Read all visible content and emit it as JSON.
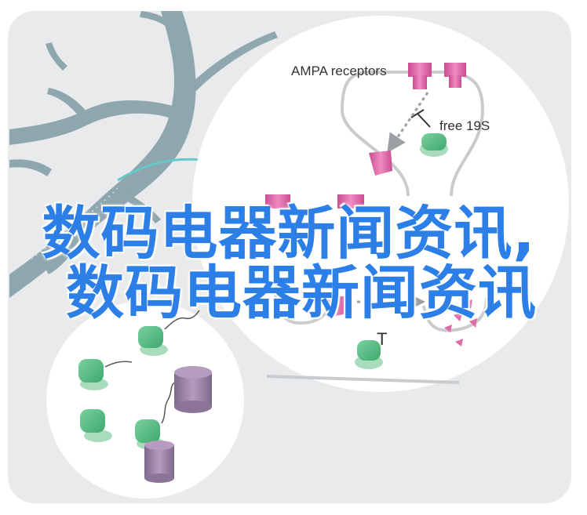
{
  "diagram": {
    "labels": {
      "ampa": "AMPA receptors",
      "free19s": "free 19S",
      "t_mark_1": "T",
      "t_mark_2": "T"
    },
    "colors": {
      "panel": "#e8eaec",
      "circle": "#ffffff",
      "membrane": "#c9cccf",
      "tree": "#8aa3ab",
      "pink": "#e06aa9",
      "green": "#5cbf86",
      "purple": "#9a7fa5",
      "accent_line": "#66c7c9"
    }
  },
  "overlay": {
    "line1": "数码电器新闻资讯,",
    "line2": "数码电器新闻资讯"
  }
}
